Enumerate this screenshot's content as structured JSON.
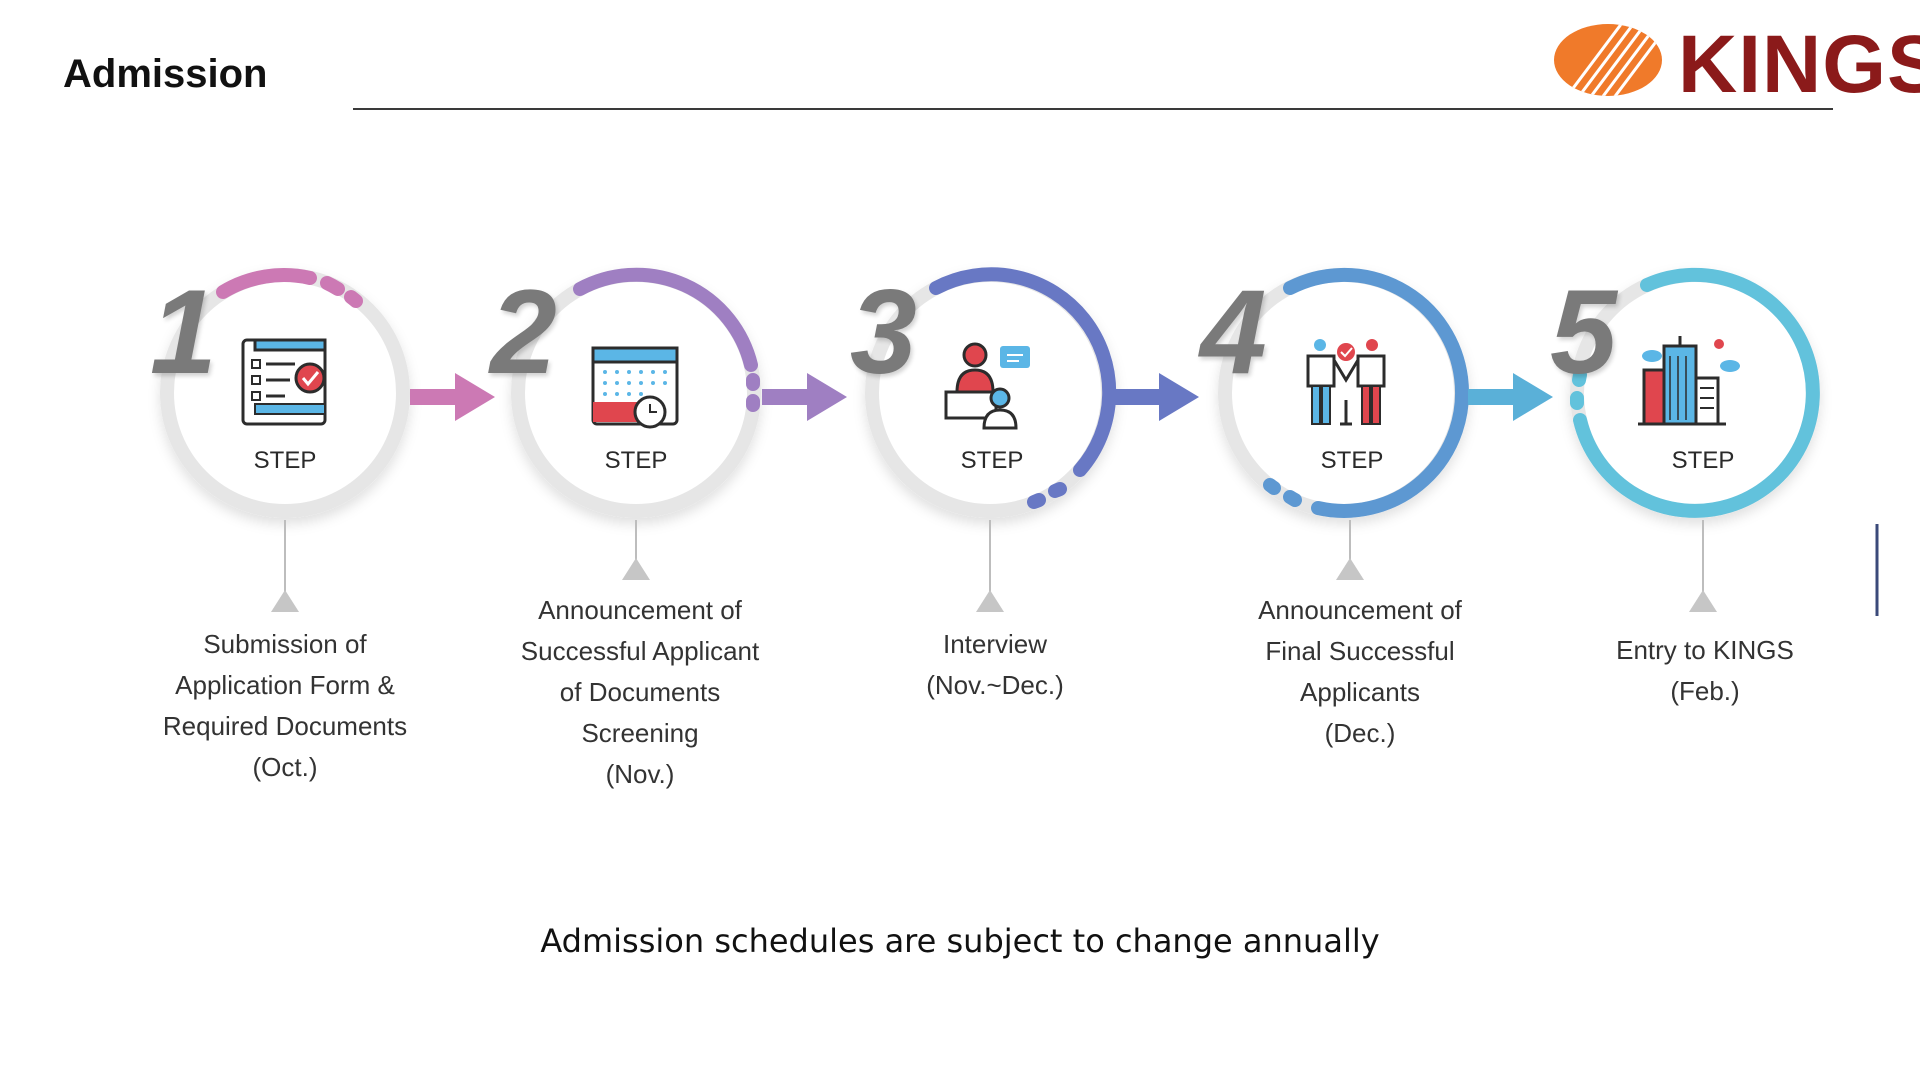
{
  "header": {
    "title": "Admission",
    "logo_text": "KINGS"
  },
  "colors": {
    "step1": "#cc79b4",
    "step2": "#9f7fc2",
    "step3": "#6878c4",
    "step4": "#5d98d2",
    "step5": "#62c2dc",
    "brand_orange": "#f07a2a",
    "brand_red": "#8b1a1a"
  },
  "steps": [
    {
      "number": "1",
      "label": "STEP",
      "icon": "application-form-icon",
      "caption": [
        "Submission of",
        "Application Form &",
        "Required Documents",
        "(Oct.)"
      ]
    },
    {
      "number": "2",
      "label": "STEP",
      "icon": "calendar-icon",
      "caption": [
        "Announcement of",
        "Successful Applicant",
        "of Documents",
        "Screening",
        "(Nov.)"
      ]
    },
    {
      "number": "3",
      "label": "STEP",
      "icon": "interview-icon",
      "caption": [
        "Interview",
        "(Nov.~Dec.)"
      ]
    },
    {
      "number": "4",
      "label": "STEP",
      "icon": "successful-applicants-icon",
      "caption": [
        "Announcement of",
        "Final Successful",
        "Applicants",
        "(Dec.)"
      ]
    },
    {
      "number": "5",
      "label": "STEP",
      "icon": "campus-building-icon",
      "caption": [
        "Entry to KINGS",
        "(Feb.)"
      ]
    }
  ],
  "footer": {
    "note": "Admission schedules are subject to change annually"
  }
}
